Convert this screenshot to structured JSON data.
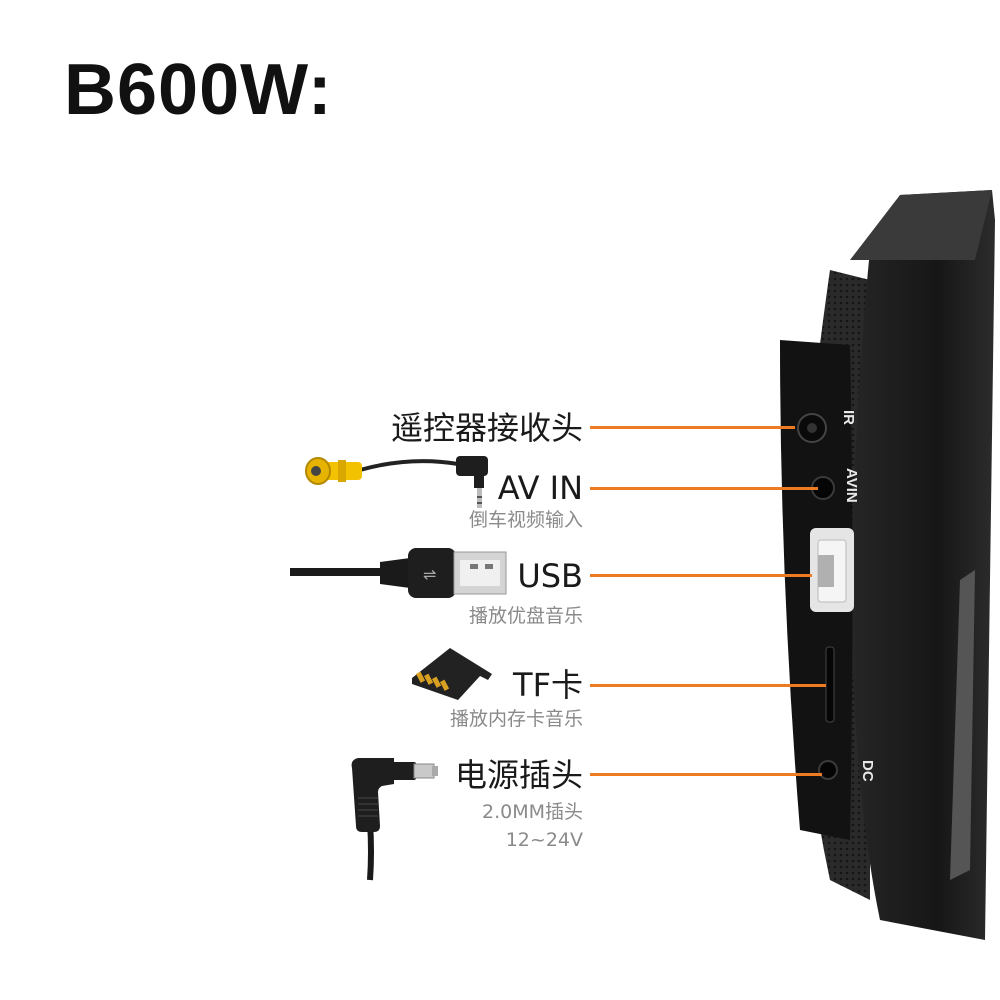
{
  "title": "B600W:",
  "ports": [
    {
      "label": "遥控器接收头",
      "sub": ""
    },
    {
      "label": "AV IN",
      "sub": "倒车视频输入"
    },
    {
      "label": "USB",
      "sub": "播放优盘音乐"
    },
    {
      "label": "TF卡",
      "sub": "播放内存卡音乐"
    },
    {
      "label": "电源插头",
      "sub": "2.0MM插头",
      "sub2": "12~24V"
    }
  ],
  "device_labels": {
    "ir": "IR",
    "avin": "AVIN",
    "dc": "DC"
  },
  "colors": {
    "accent_line": "#ee7a22",
    "device": "#1b1b1b",
    "title": "#111111"
  }
}
